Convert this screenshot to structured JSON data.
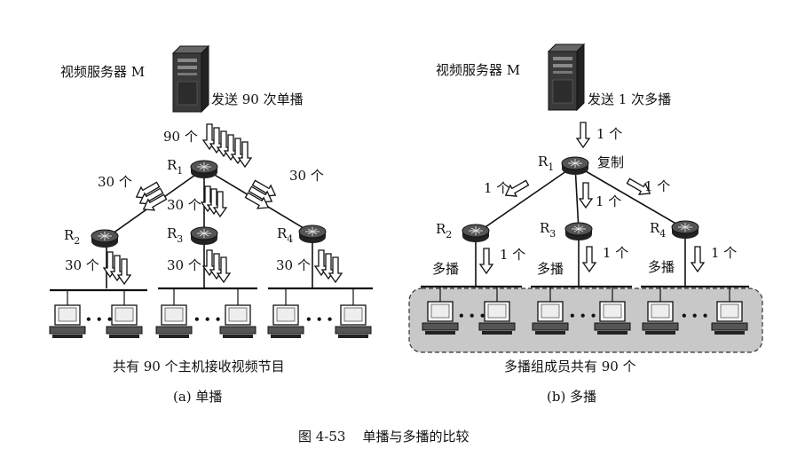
{
  "left": {
    "server_label": "视频服务器 M",
    "send_label": "发送 90 次单播",
    "count_90": "90 个",
    "count_30_a": "30 个",
    "count_30_b": "30 个",
    "count_30_c": "30 个",
    "count_30_d": "30 个",
    "count_30_e": "30 个",
    "count_30_f": "30 个",
    "r1_label": "R",
    "r1_sub": "1",
    "r2_label": "R",
    "r2_sub": "2",
    "r3_label": "R",
    "r3_sub": "3",
    "r4_label": "R",
    "r4_sub": "4",
    "hosts_caption": "共有 90 个主机接收视频节目",
    "sub_caption": "(a) 单播"
  },
  "right": {
    "server_label": "视频服务器 M",
    "send_label": "发送 1 次多播",
    "count_1_top": "1 个",
    "copy_label": "复制",
    "count_1_a": "1 个",
    "count_1_b": "1 个",
    "count_1_c": "1 个",
    "count_1_d": "1 个",
    "count_1_e": "1 个",
    "count_1_f": "1 个",
    "multicast_a": "多播",
    "multicast_b": "多播",
    "multicast_c": "多播",
    "r1_label": "R",
    "r1_sub": "1",
    "r2_label": "R",
    "r2_sub": "2",
    "r3_label": "R",
    "r3_sub": "3",
    "r4_label": "R",
    "r4_sub": "4",
    "members_caption": "多播组成员共有 90 个",
    "sub_caption": "(b) 多播"
  },
  "figure_caption": "图 4-53    单播与多播的比较",
  "dots": "• • •",
  "colors": {
    "line": "#111111",
    "router_fill": "#333333",
    "group_bg": "#c8c8c8",
    "server": "#2a2a2a"
  }
}
